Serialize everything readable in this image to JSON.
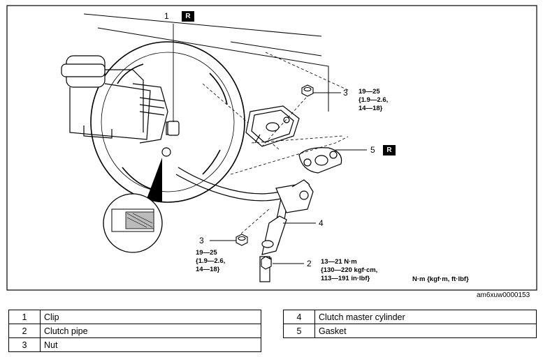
{
  "callouts": [
    {
      "id": "1",
      "label": "1",
      "badge": "R"
    },
    {
      "id": "2",
      "label": "2"
    },
    {
      "id": "3a",
      "label": "3"
    },
    {
      "id": "3b",
      "label": "3"
    },
    {
      "id": "4",
      "label": "4"
    },
    {
      "id": "5",
      "label": "5",
      "badge": "R"
    }
  ],
  "torque": {
    "nut_upper": "19—25\n{1.9—2.6,\n14—18}",
    "nut_lower": "19—25\n{1.9—2.6,\n14—18}",
    "pipe": "13—21 N·m\n{130—220 kgf·cm,\n113—191 in·lbf}",
    "units": "N·m {kgf·m, ft·lbf}"
  },
  "ref_code": "am6xuw0000153",
  "legend_left": [
    {
      "num": "1",
      "name": "Clip"
    },
    {
      "num": "2",
      "name": "Clutch pipe"
    },
    {
      "num": "3",
      "name": "Nut"
    }
  ],
  "legend_right": [
    {
      "num": "4",
      "name": "Clutch master cylinder"
    },
    {
      "num": "5",
      "name": "Gasket"
    }
  ]
}
